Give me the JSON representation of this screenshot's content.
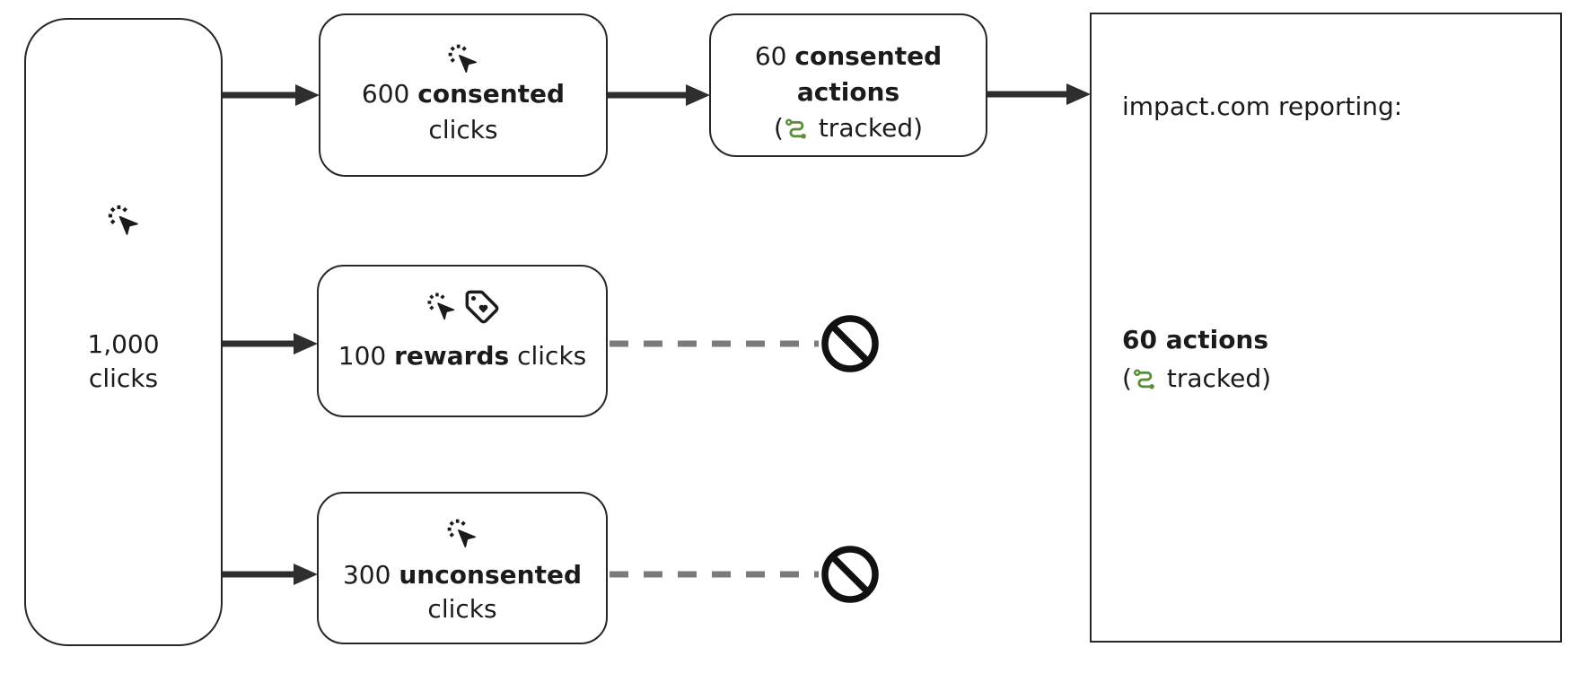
{
  "diagram": {
    "colors": {
      "arrow": "#2e2e2e",
      "dashed_line": "#7b7b7b",
      "prohibition": "#111111",
      "tracked_green": "#5c8f3c",
      "border": "#272727",
      "text": "#1b1b1b",
      "background": "#ffffff"
    },
    "icons": {
      "cursor_click": "cursor-click-icon",
      "tag_heart": "tag-heart-icon",
      "route_tracked": "route-icon",
      "blocked": "prohibition-icon"
    },
    "nodes": {
      "source": {
        "count": "1,000",
        "unit": "clicks"
      },
      "consented_clicks": {
        "count": "600",
        "emphasis": "consented",
        "unit": "clicks"
      },
      "consented_actions": {
        "count": "60",
        "emphasis": "consented",
        "emphasis2": "actions",
        "paren_open": "(",
        "tracked": "tracked)"
      },
      "rewards_clicks": {
        "count": "100",
        "emphasis": "rewards",
        "unit": "clicks"
      },
      "unconsented_clicks": {
        "count": "300",
        "emphasis": "unconsented",
        "unit": "clicks"
      },
      "reporting": {
        "title": "impact.com reporting:",
        "result": "60 actions",
        "paren_open": "(",
        "tracked": "tracked)"
      }
    }
  }
}
